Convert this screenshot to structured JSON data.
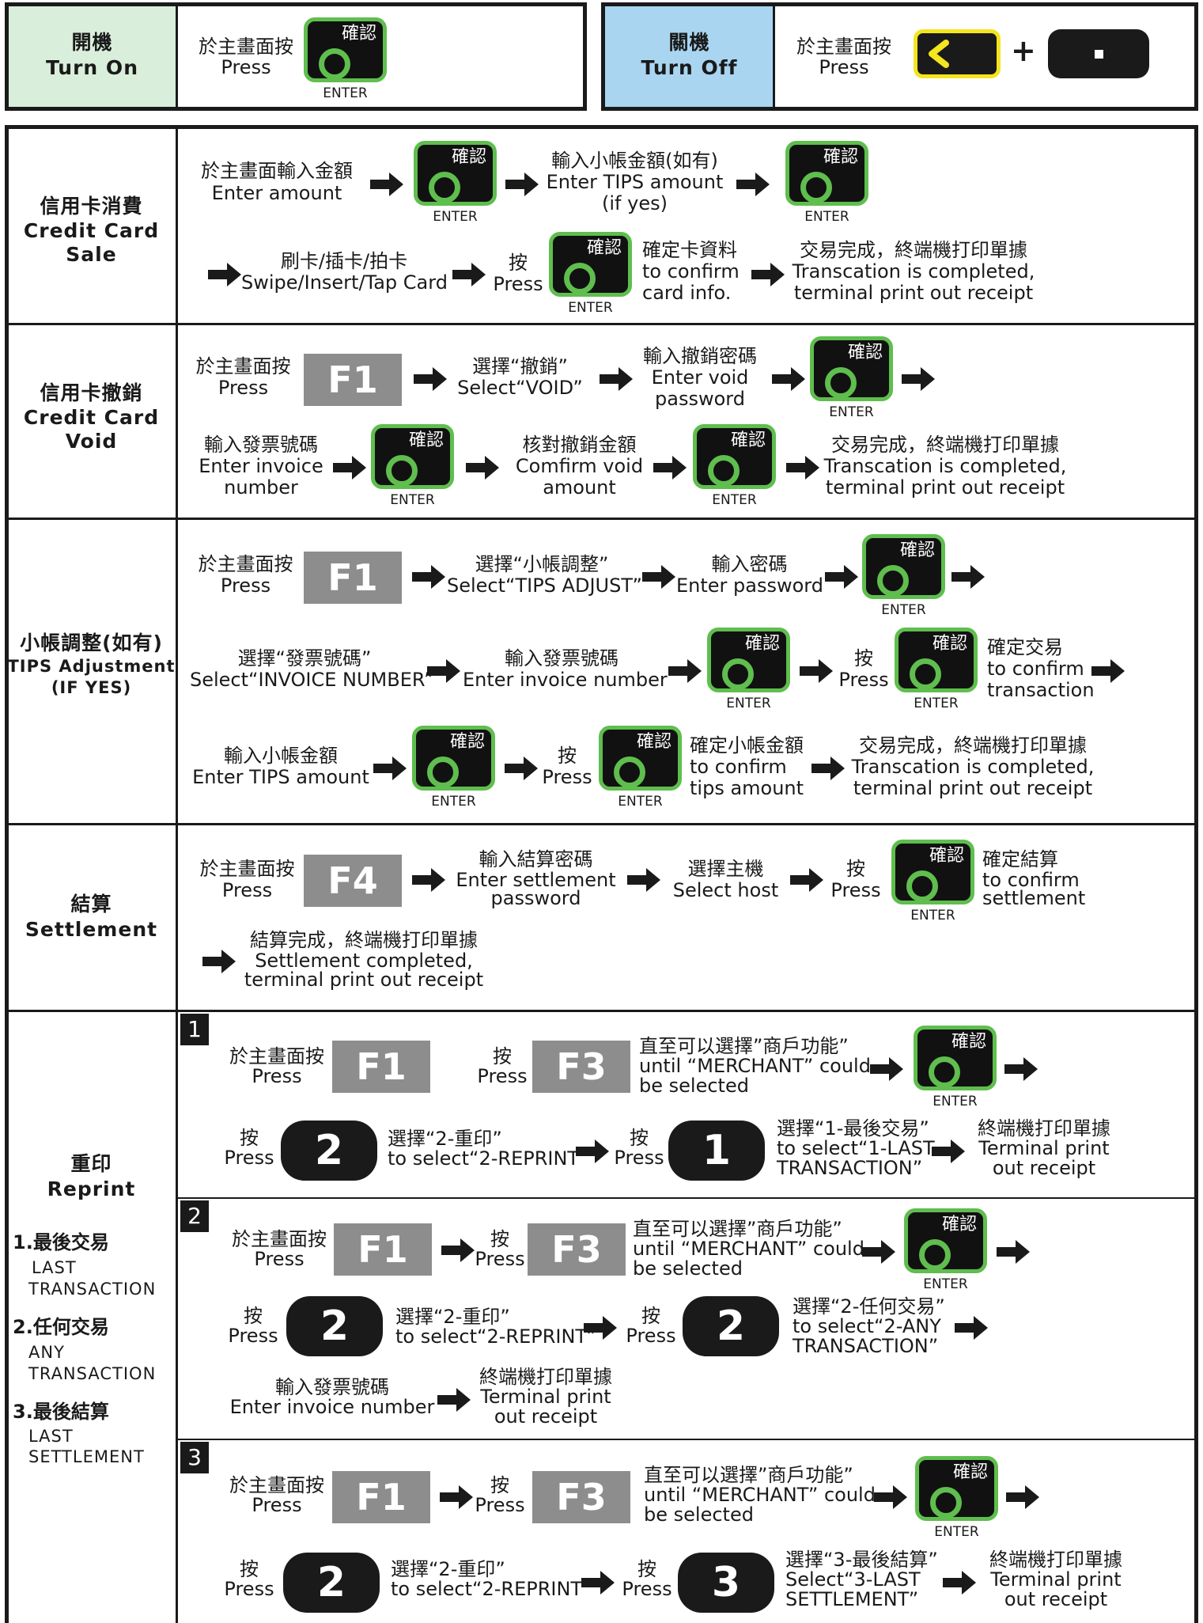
{
  "colors": {
    "turn_on_bg": "#d9eedb",
    "turn_off_bg": "#a9d5f1",
    "enter_green": "#5fbe4e",
    "fkey_gray": "#8d8d8d",
    "back_yellow": "#f3e51f"
  },
  "common": {
    "enter_key_label": "確認",
    "enter_caption": "ENTER",
    "press_zh": "按",
    "press_en": "Press"
  },
  "top": {
    "on": {
      "title_zh": "開機",
      "title_en": "Turn On",
      "press_zh": "於主畫面按",
      "press_en": "Press"
    },
    "off": {
      "title_zh": "關機",
      "title_en": "Turn Off",
      "press_zh": "於主畫面按",
      "press_en": "Press",
      "plus": "+"
    }
  },
  "sale": {
    "title_zh": "信用卡消費",
    "title_en1": "Credit Card",
    "title_en2": "Sale",
    "s1_zh": "於主畫面輸入金額",
    "s1_en": "Enter amount",
    "s2_zh": "輸入小帳金額(如有)",
    "s2_en1": "Enter TIPS amount",
    "s2_en2": "(if yes)",
    "s3_zh": "刷卡/插卡/拍卡",
    "s3_en": "Swipe/Insert/Tap Card",
    "s4_zh": "確定卡資料",
    "s4_en1": "to confirm",
    "s4_en2": "card info.",
    "s5_zh": "交易完成，終端機打印單據",
    "s5_en1": "Transcation is completed,",
    "s5_en2": "terminal print out receipt"
  },
  "void": {
    "title_zh": "信用卡撤銷",
    "title_en1": "Credit Card",
    "title_en2": "Void",
    "s1_zh": "於主畫面按",
    "s1_en": "Press",
    "f1": "F1",
    "s2_zh": "選擇“撤銷”",
    "s2_en": "Select“VOID”",
    "s3_zh": "輸入撤銷密碼",
    "s3_en1": "Enter void",
    "s3_en2": "password",
    "s4_zh": "輸入發票號碼",
    "s4_en1": "Enter invoice",
    "s4_en2": "number",
    "s5_zh": "核對撤銷金額",
    "s5_en1": "Comfirm void",
    "s5_en2": "amount",
    "s6_zh": "交易完成，終端機打印單據",
    "s6_en1": "Transcation is completed,",
    "s6_en2": "terminal print out receipt"
  },
  "tips": {
    "title_zh": "小帳調整(如有)",
    "title_en1": "TIPS Adjustment",
    "title_en2": "(IF YES)",
    "s1_zh": "於主畫面按",
    "s1_en": "Press",
    "f1": "F1",
    "s2_zh": "選擇“小帳調整”",
    "s2_en": "Select“TIPS ADJUST”",
    "s3_zh": "輸入密碼",
    "s3_en": "Enter password",
    "s4_zh": "選擇“發票號碼”",
    "s4_en": "Select“INVOICE NUMBER”",
    "s5_zh": "輸入發票號碼",
    "s5_en": "Enter invoice number",
    "s6_zh": "確定交易",
    "s6_en1": "to confirm",
    "s6_en2": "transaction",
    "s7_zh": "輸入小帳金額",
    "s7_en": "Enter TIPS amount",
    "s8_zh": "確定小帳金額",
    "s8_en1": "to confirm",
    "s8_en2": "tips amount",
    "s9_zh": "交易完成，終端機打印單據",
    "s9_en1": "Transcation is completed,",
    "s9_en2": "terminal print out receipt"
  },
  "settle": {
    "title_zh": "結算",
    "title_en": "Settlement",
    "s1_zh": "於主畫面按",
    "s1_en": "Press",
    "f4": "F4",
    "s2_zh": "輸入結算密碼",
    "s2_en1": "Enter settlement",
    "s2_en2": "password",
    "s3_zh": "選擇主機",
    "s3_en": "Select host",
    "s4_zh": "確定結算",
    "s4_en1": "to confirm",
    "s4_en2": "settlement",
    "s5_zh": "結算完成，終端機打印單據",
    "s5_en1": "Settlement completed,",
    "s5_en2": "terminal print out receipt"
  },
  "reprint": {
    "title_zh": "重印",
    "title_en": "Reprint",
    "opt1_zh": "1.最後交易",
    "opt1_en1": "LAST",
    "opt1_en2": "TRANSACTION",
    "opt2_zh": "2.任何交易",
    "opt2_en1": "ANY",
    "opt2_en2": "TRANSACTION",
    "opt3_zh": "3.最後結算",
    "opt3_en1": "LAST",
    "opt3_en2": "SETTLEMENT",
    "f1": "F1",
    "f3": "F3",
    "k1": "1",
    "k2": "2",
    "k3": "3",
    "home_zh": "於主畫面按",
    "home_en": "Press",
    "merchant_zh": "直至可以選擇”商戶功能”",
    "merchant_en1": "until “MERCHANT” could",
    "merchant_en2": "be selected",
    "sel2_zh": "選擇“2-重印”",
    "sel2_en": "to select“2-REPRINT”",
    "print_zh": "終端機打印單據",
    "print_en1": "Terminal print",
    "print_en2": "out receipt",
    "b1": {
      "badge": "1",
      "last_zh": "選擇“1-最後交易”",
      "last_en1": "to select“1-LAST",
      "last_en2": "TRANSACTION”"
    },
    "b2": {
      "badge": "2",
      "any_zh": "選擇“2-任何交易”",
      "any_en1": "to select“2-ANY",
      "any_en2": "TRANSACTION”",
      "inv_zh": "輸入發票號碼",
      "inv_en": "Enter invoice number"
    },
    "b3": {
      "badge": "3",
      "ls_zh": "選擇“3-最後結算”",
      "ls_en1": "Select“3-LAST",
      "ls_en2": "SETTLEMENT”"
    }
  }
}
